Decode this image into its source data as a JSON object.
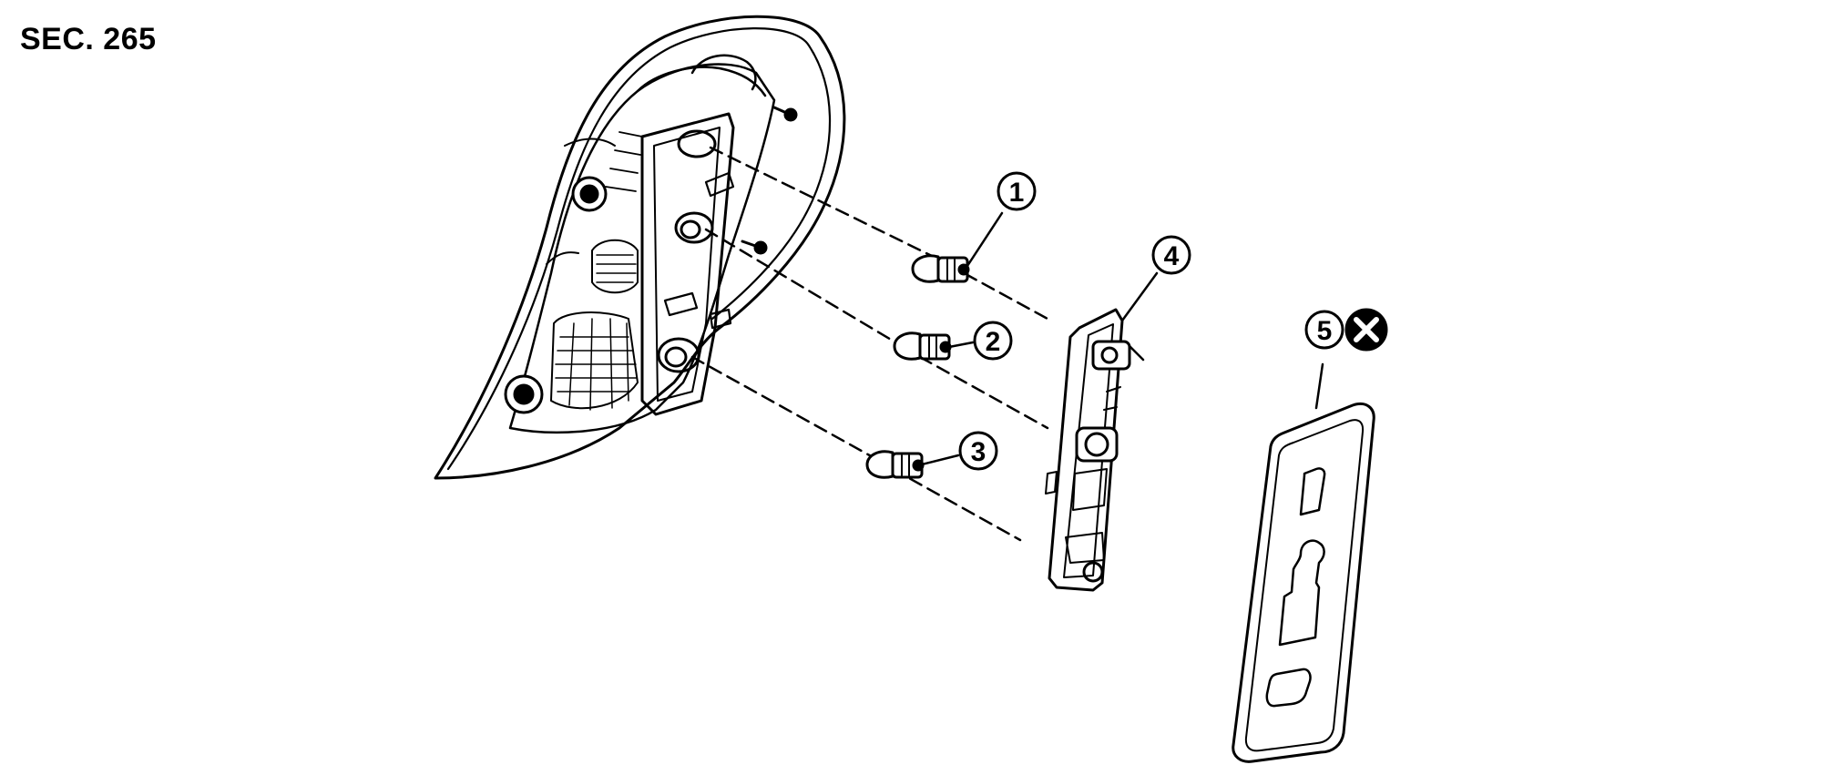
{
  "section": {
    "label": "SEC. 265"
  },
  "callouts": [
    {
      "id": "callout-1",
      "number": "1"
    },
    {
      "id": "callout-2",
      "number": "2"
    },
    {
      "id": "callout-3",
      "number": "3"
    },
    {
      "id": "callout-4",
      "number": "4"
    },
    {
      "id": "callout-5",
      "number": "5"
    }
  ],
  "symbols": {
    "do_not_reuse": "do-not-reuse-icon"
  },
  "colors": {
    "line": "#000000",
    "background": "#ffffff"
  }
}
